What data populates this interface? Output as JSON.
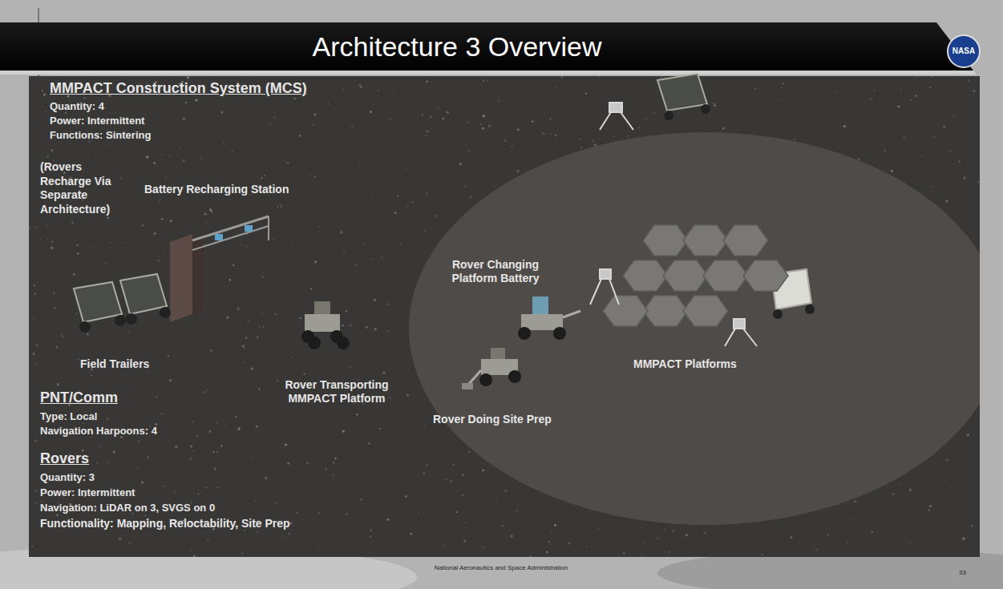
{
  "diagram": {
    "title": "Architecture 3 Overview",
    "labels": [
      "MMPACT Construction System (MCS)",
      "Quantity: 4",
      "Power: Intermittent",
      "Functions: Sintering",
      "(Rovers Recharge Via Separate Architecture)",
      "Battery Recharging Station",
      "Rover Changing Platform Battery",
      "Field Trailers",
      "Rover Transporting MMPACT Platform",
      "Rover Doing Site Prep",
      "MMPACT Platforms",
      "PNT/Comm",
      "Type: Local",
      "Navigation Harpoons: 4",
      "Rovers",
      "Quantity: 3",
      "Power: Intermittent",
      "Navigation: LiDAR on 3, SVGS on 0",
      "Functionality: Mapping, Reloctability, Site Prep",
      "NASA",
      "National Aeronautics and Space Administration",
      "33"
    ]
  }
}
